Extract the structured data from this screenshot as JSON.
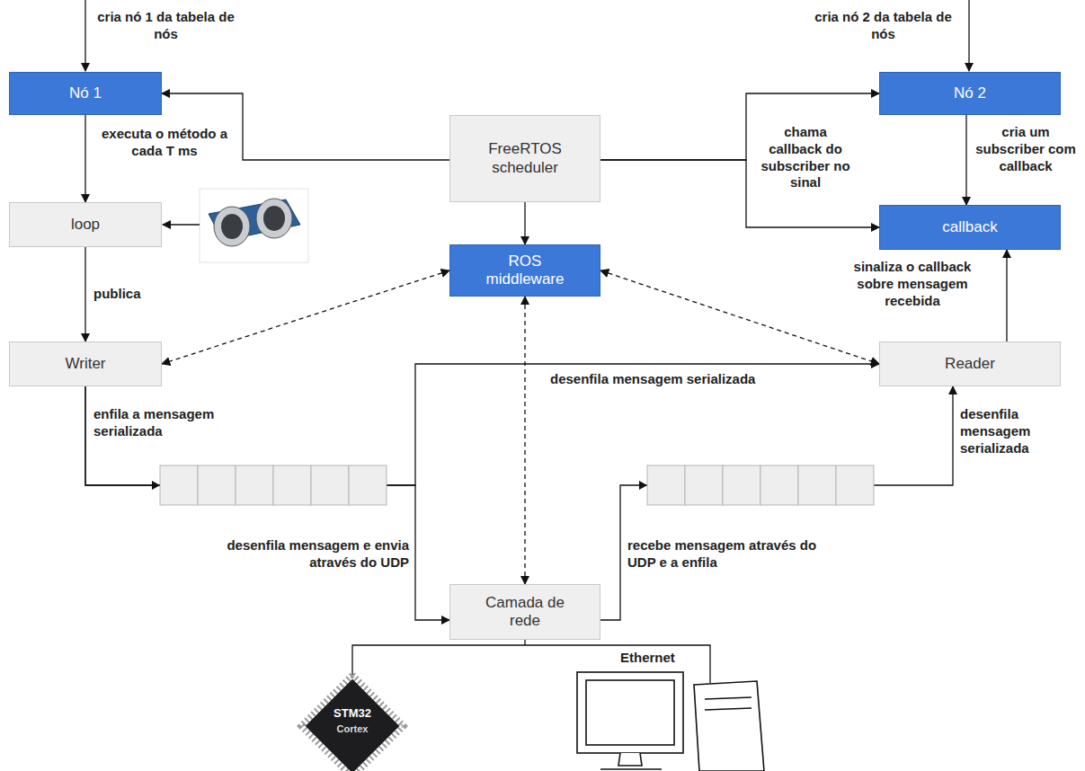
{
  "diagram": {
    "nodes": [
      {
        "text": [
          "Nó 1"
        ]
      },
      {
        "text": [
          "FreeRTOS scheduler"
        ]
      },
      {
        "text": [
          "Nó 2"
        ]
      },
      {
        "text": [
          "loop"
        ]
      },
      {
        "text": [
          "ROS middleware"
        ]
      },
      {
        "text": [
          "callback"
        ]
      },
      {
        "text": [
          "Writer"
        ]
      },
      {
        "text": [
          "Reader"
        ]
      },
      {
        "text": [
          "Camada de rede"
        ]
      }
    ],
    "edges": [
      {
        "from": 1,
        "to": 0,
        "arrow": "to"
      },
      {
        "from": 1,
        "to": 2,
        "arrow": "to"
      },
      {
        "from": 1,
        "to": 5,
        "arrow": "to",
        "label": "chama callback do subscriber no sinal"
      },
      {
        "from": 1,
        "to": 4,
        "arrow": "to"
      },
      {
        "from": 0,
        "to": 3,
        "arrow": "to",
        "label": "executa o método a cada T ms"
      },
      {
        "from": 2,
        "to": 5,
        "arrow": "to",
        "label": "cria um subscriber com callback"
      },
      {
        "from": 3,
        "to": 6,
        "arrow": "to",
        "label": "publica"
      },
      {
        "from": 7,
        "to": 5,
        "arrow": "to",
        "label": "sinaliza o callback sobre mensagem recebida"
      },
      {
        "from": 4,
        "to": 6,
        "arrow": "both"
      },
      {
        "from": 4,
        "to": 7,
        "arrow": "both"
      },
      {
        "from": 4,
        "to": 8,
        "arrow": "both"
      },
      {
        "from": 6,
        "to": 8,
        "arrow": "to",
        "label": "desenfila mensagem e envia através do UDP"
      },
      {
        "from": 6,
        "to": 7,
        "arrow": "to",
        "label": "desenfila mensagem serializada"
      },
      {
        "from": 8,
        "to": 7,
        "arrow": "to",
        "label": "recebe mensagem através do UDP e a enfila"
      }
    ],
    "labels": [
      "cria nó 1 da tabela de nós",
      "cria nó 2 da tabela de nós",
      "enfila a mensagem serializada",
      "desenfila mensagem serializada",
      "Ethernet",
      "STM32",
      "Cortex"
    ]
  }
}
